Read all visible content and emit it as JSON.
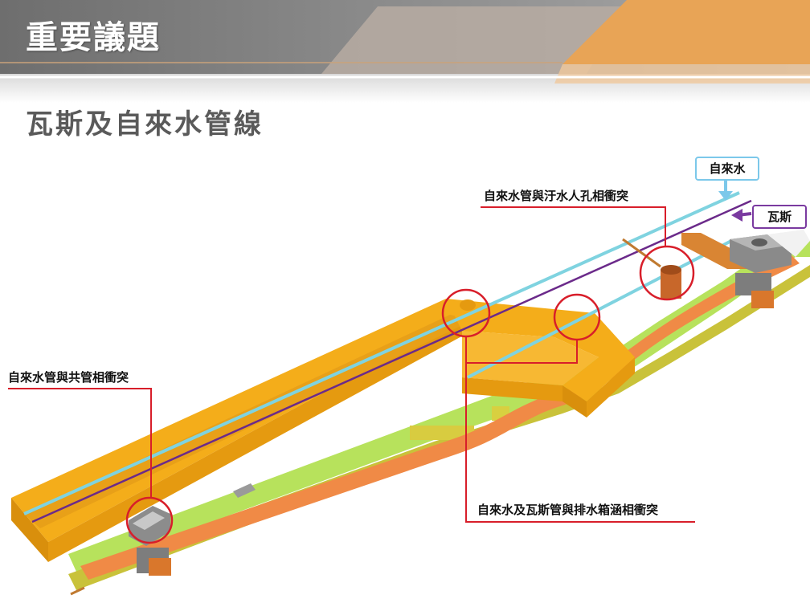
{
  "header": {
    "title": "重要議題"
  },
  "subtitle": "瓦斯及自來水管線",
  "tags": {
    "water": "自來水",
    "gas": "瓦斯"
  },
  "callouts": {
    "manhole": "自來水管與汙水人孔相衝突",
    "common_duct": "自來水管與共管相衝突",
    "box_culvert": "自來水及瓦斯管與排水箱涵相衝突"
  },
  "colors": {
    "water_pipe": "#7fd3e0",
    "gas_pipe": "#6b2a8a",
    "trench": "#f2a516",
    "conflict_circle": "#d81e2a",
    "callout_underline": "#c8232b"
  }
}
